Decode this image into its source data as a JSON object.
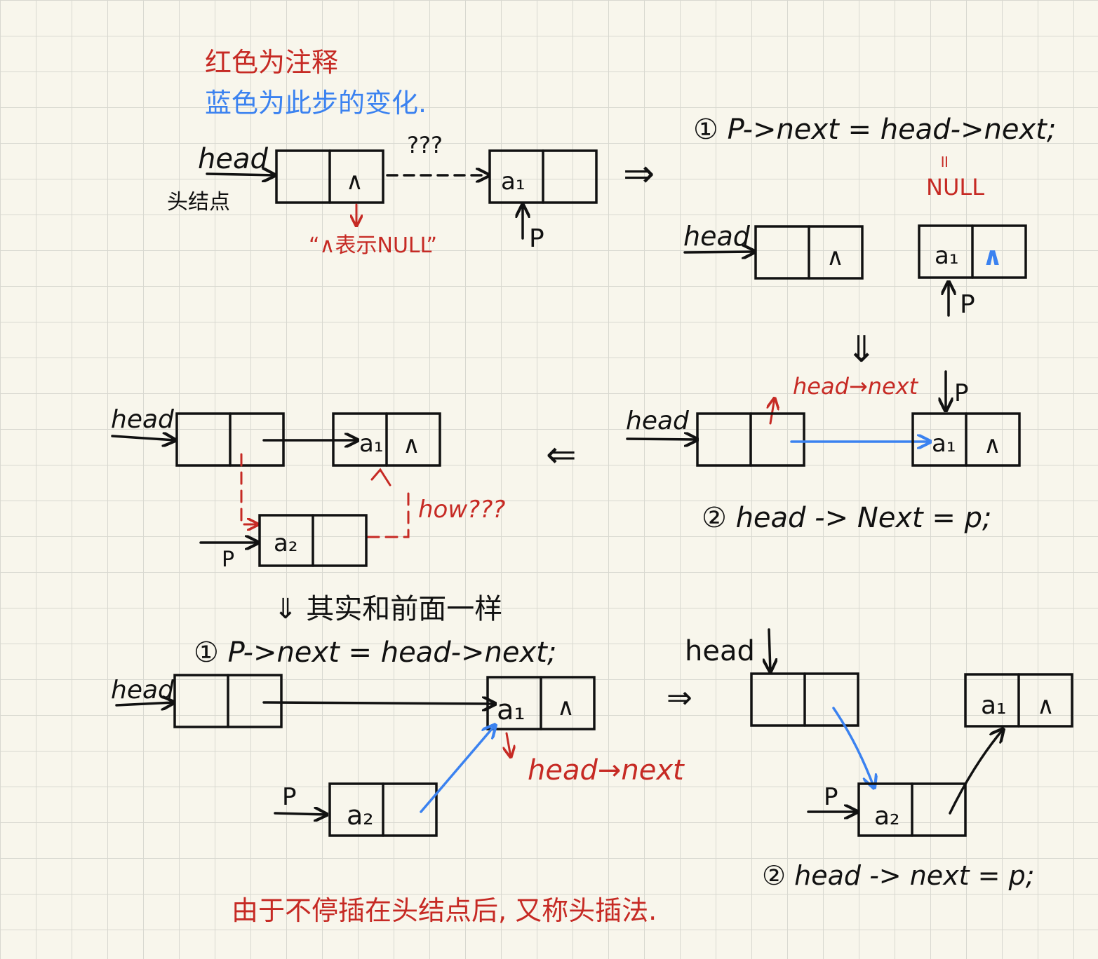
{
  "colors": {
    "background": "#f8f6ec",
    "grid": "#d8d8d0",
    "ink": "#111111",
    "annotation_red": "#c62a24",
    "change_blue": "#3b82f0"
  },
  "legend": {
    "red_note": "红色为注释",
    "blue_note": "蓝色为此步的变化."
  },
  "labels": {
    "head": "head",
    "head_node": "头结点",
    "null_symbol": "∧",
    "null_meaning": "“∧表示NULL”",
    "question": "???",
    "p": "P",
    "a1": "a₁",
    "a2": "a₂",
    "implies": "⇒",
    "implies_down": "⇓",
    "implies_left": "⇐",
    "null_eq": "NULL",
    "eq_mark": "॥",
    "head_next_red": "head→next",
    "how": "how???",
    "same_as_before": "⇓ 其实和前面一样",
    "head_next_big": "head→next"
  },
  "steps": {
    "step1": "① P->next = head->next;",
    "step2": "② head -> Next = p;",
    "step1b": "① P->next = head->next;",
    "step2b": "② head -> next = p;"
  },
  "footer": "由于不停插在头结点后, 又称头插法."
}
